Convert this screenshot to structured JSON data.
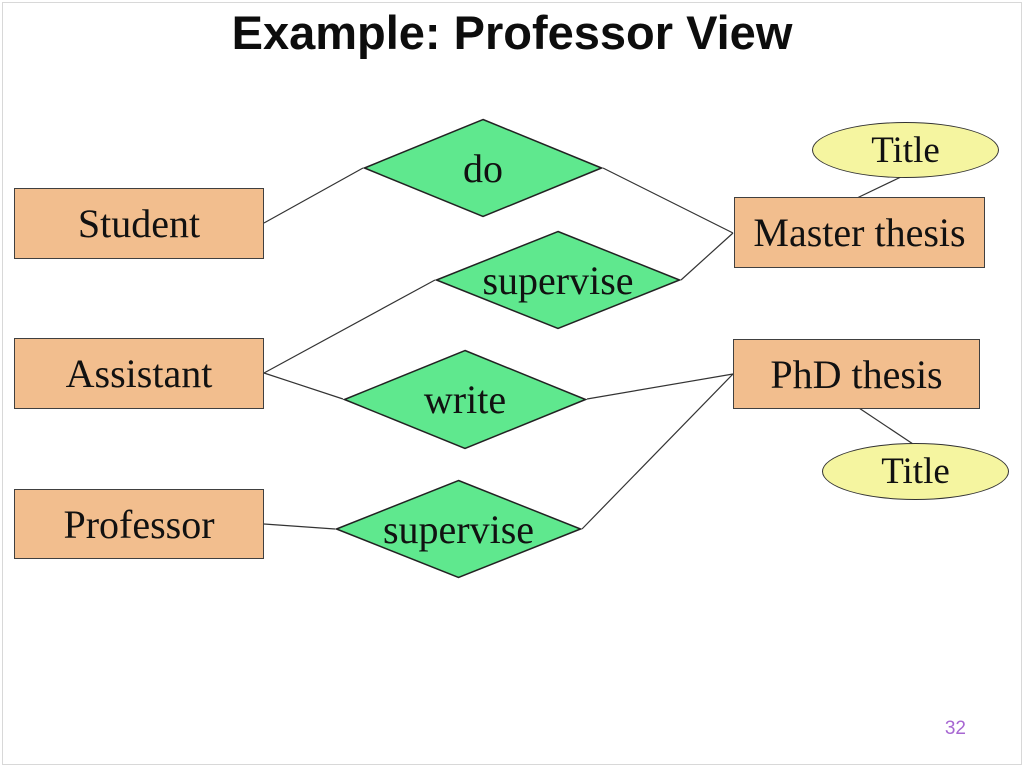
{
  "slide": {
    "title": "Example: Professor View",
    "page_number": "32"
  },
  "colors": {
    "entity_fill": "#f2be8e",
    "relationship_fill": "#5fe88e",
    "attribute_fill": "#f5f5a0",
    "shape_border": "#404040",
    "connector": "#333333",
    "page_number": "#a767d2",
    "slide_border": "#d8d8d8"
  },
  "diagram": {
    "entities": [
      {
        "id": "student",
        "label": "Student"
      },
      {
        "id": "assistant",
        "label": "Assistant"
      },
      {
        "id": "professor",
        "label": "Professor"
      },
      {
        "id": "master-thesis",
        "label": "Master thesis"
      },
      {
        "id": "phd-thesis",
        "label": "PhD thesis"
      }
    ],
    "relationships": [
      {
        "id": "do",
        "label": "do"
      },
      {
        "id": "supervise-master",
        "label": "supervise"
      },
      {
        "id": "write",
        "label": "write"
      },
      {
        "id": "supervise-phd",
        "label": "supervise"
      }
    ],
    "attributes": [
      {
        "id": "title-master",
        "label": "Title"
      },
      {
        "id": "title-phd",
        "label": "Title"
      }
    ]
  }
}
